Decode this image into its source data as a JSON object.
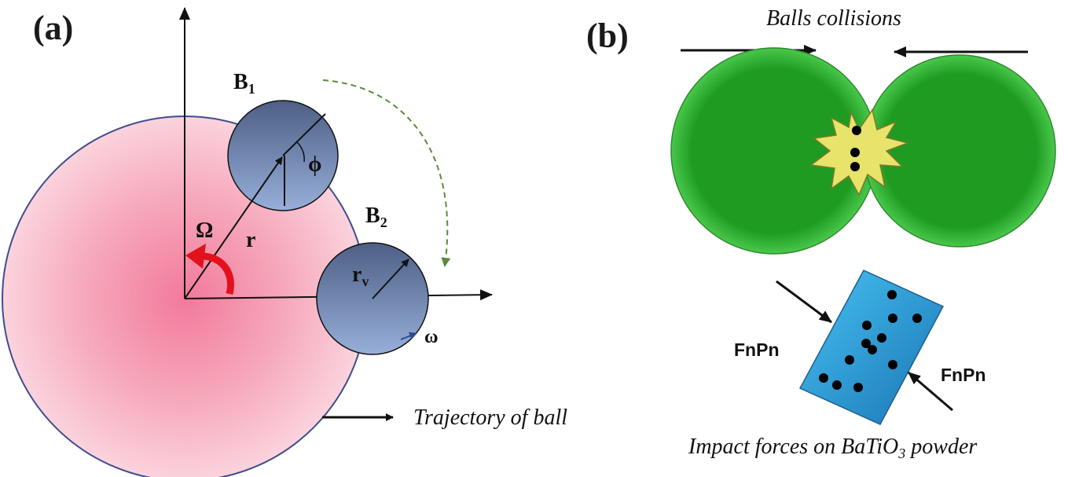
{
  "panel_a": {
    "label": "(a)",
    "ball1": {
      "name": "B",
      "sub": "1"
    },
    "ball2": {
      "name": "B",
      "sub": "2"
    },
    "angle_symbol": "ϕ",
    "omega_big": "Ω",
    "radius_label": "r",
    "ball_radius": {
      "base": "r",
      "sub": "v"
    },
    "omega_small": "ω",
    "trajectory_label": "Trajectory of ball"
  },
  "panel_b": {
    "label": "(b)",
    "collision_label": "Balls collisions",
    "force_left": "FnPn",
    "force_right": "FnPn",
    "impact_prefix": "Impact forces on BaTiO",
    "impact_sub": "3",
    "impact_suffix": " powder"
  },
  "colors": {
    "vial": "#f7c1cf",
    "ball_blue": "#7f95bd",
    "ball_green": "#28a82a",
    "spark": "#e8e36a",
    "powder": "#3aa7e0",
    "rotation_arrow": "#e3111b",
    "path_arrow": "#5b8a3a"
  }
}
